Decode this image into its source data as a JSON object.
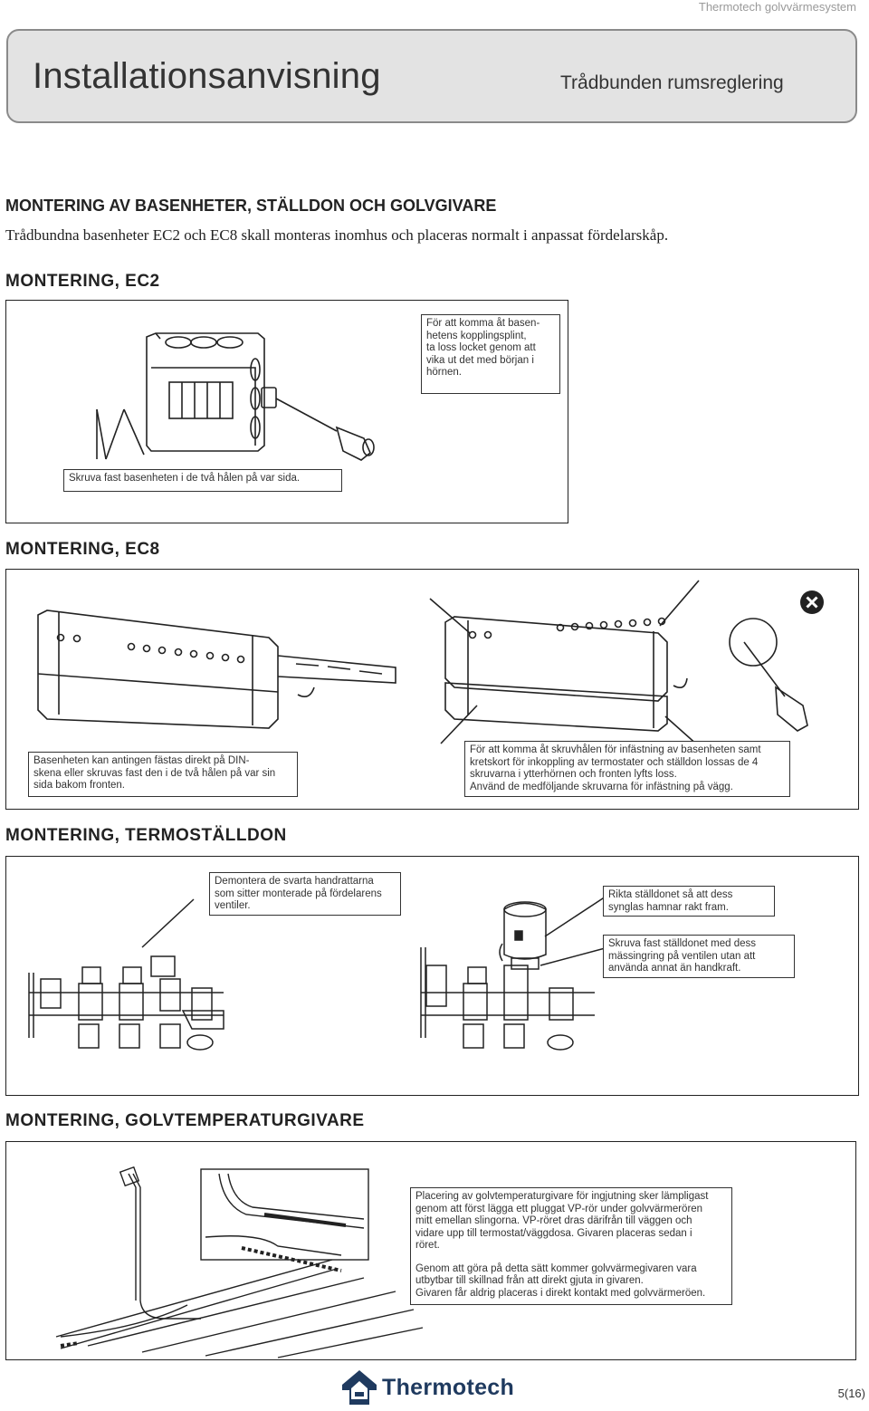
{
  "header": {
    "brand": "Thermotech golvvärmesystem",
    "title": "Installationsanvisning",
    "subtitle": "Trådbunden rumsreglering"
  },
  "main_heading": "MONTERING AV BASENHETER, STÄLLDON OCH GOLVGIVARE",
  "intro_text": "Trådbundna basenheter EC2 och EC8 skall monteras inomhus och placeras normalt i anpassat fördelarskåp.",
  "sections": {
    "ec2": {
      "heading": "MONTERING, EC2",
      "callout_top": "För att komma åt basen-\nhetens kopplingsplint,\nta loss locket genom att\nvika ut det med början i\nhörnen.",
      "callout_bottom": "Skruva fast basenheten i de två hålen på var sida."
    },
    "ec8": {
      "heading": "MONTERING, EC8",
      "callout_left": "Basenheten kan antingen fästas direkt på DIN-\nskena eller skruvas fast den i de två hålen på var sin\nsida bakom fronten.",
      "callout_right": "För att komma åt skruvhålen för infästning av basenheten samt\nkretskort för inkoppling av termostater och ställdon lossas de 4\nskruvarna i ytterhörnen och fronten lyfts loss.\nAnvänd de medföljande skruvarna för infästning på vägg."
    },
    "actuator": {
      "heading": "MONTERING, TERMOSTÄLLDON",
      "callout_left": "Demontera de svarta handrattarna\nsom sitter monterade på fördelarens\nventiler.",
      "callout_right_top": "Rikta ställdonet så att dess\nsynglas hamnar rakt fram.",
      "callout_right_bottom": "Skruva fast ställdonet med dess\nmässingring på ventilen utan att\nanvända annat än handkraft."
    },
    "floor_sensor": {
      "heading": "MONTERING, GOLVTEMPERATURGIVARE",
      "callout_para1": "Placering av golvtemperaturgivare för ingjutning sker lämpligast\ngenom att först lägga ett pluggat VP-rör under golvvärmerören\nmitt emellan slingorna. VP-röret dras därifrån till väggen och\nvidare upp till termostat/väggdosa. Givaren placeras sedan i\nröret.",
      "callout_para2": "Genom att göra på detta sätt kommer golvvärmegivaren vara\nutbytbar till skillnad från att direkt gjuta in givaren.\nGivaren får aldrig placeras i direkt kontakt med golvvärmeröen."
    }
  },
  "footer": {
    "logo_text": "Thermotech",
    "page_number": "5(16)"
  },
  "colors": {
    "logo_blue": "#1f3a5f",
    "banner_gray": "#e3e3e3"
  }
}
